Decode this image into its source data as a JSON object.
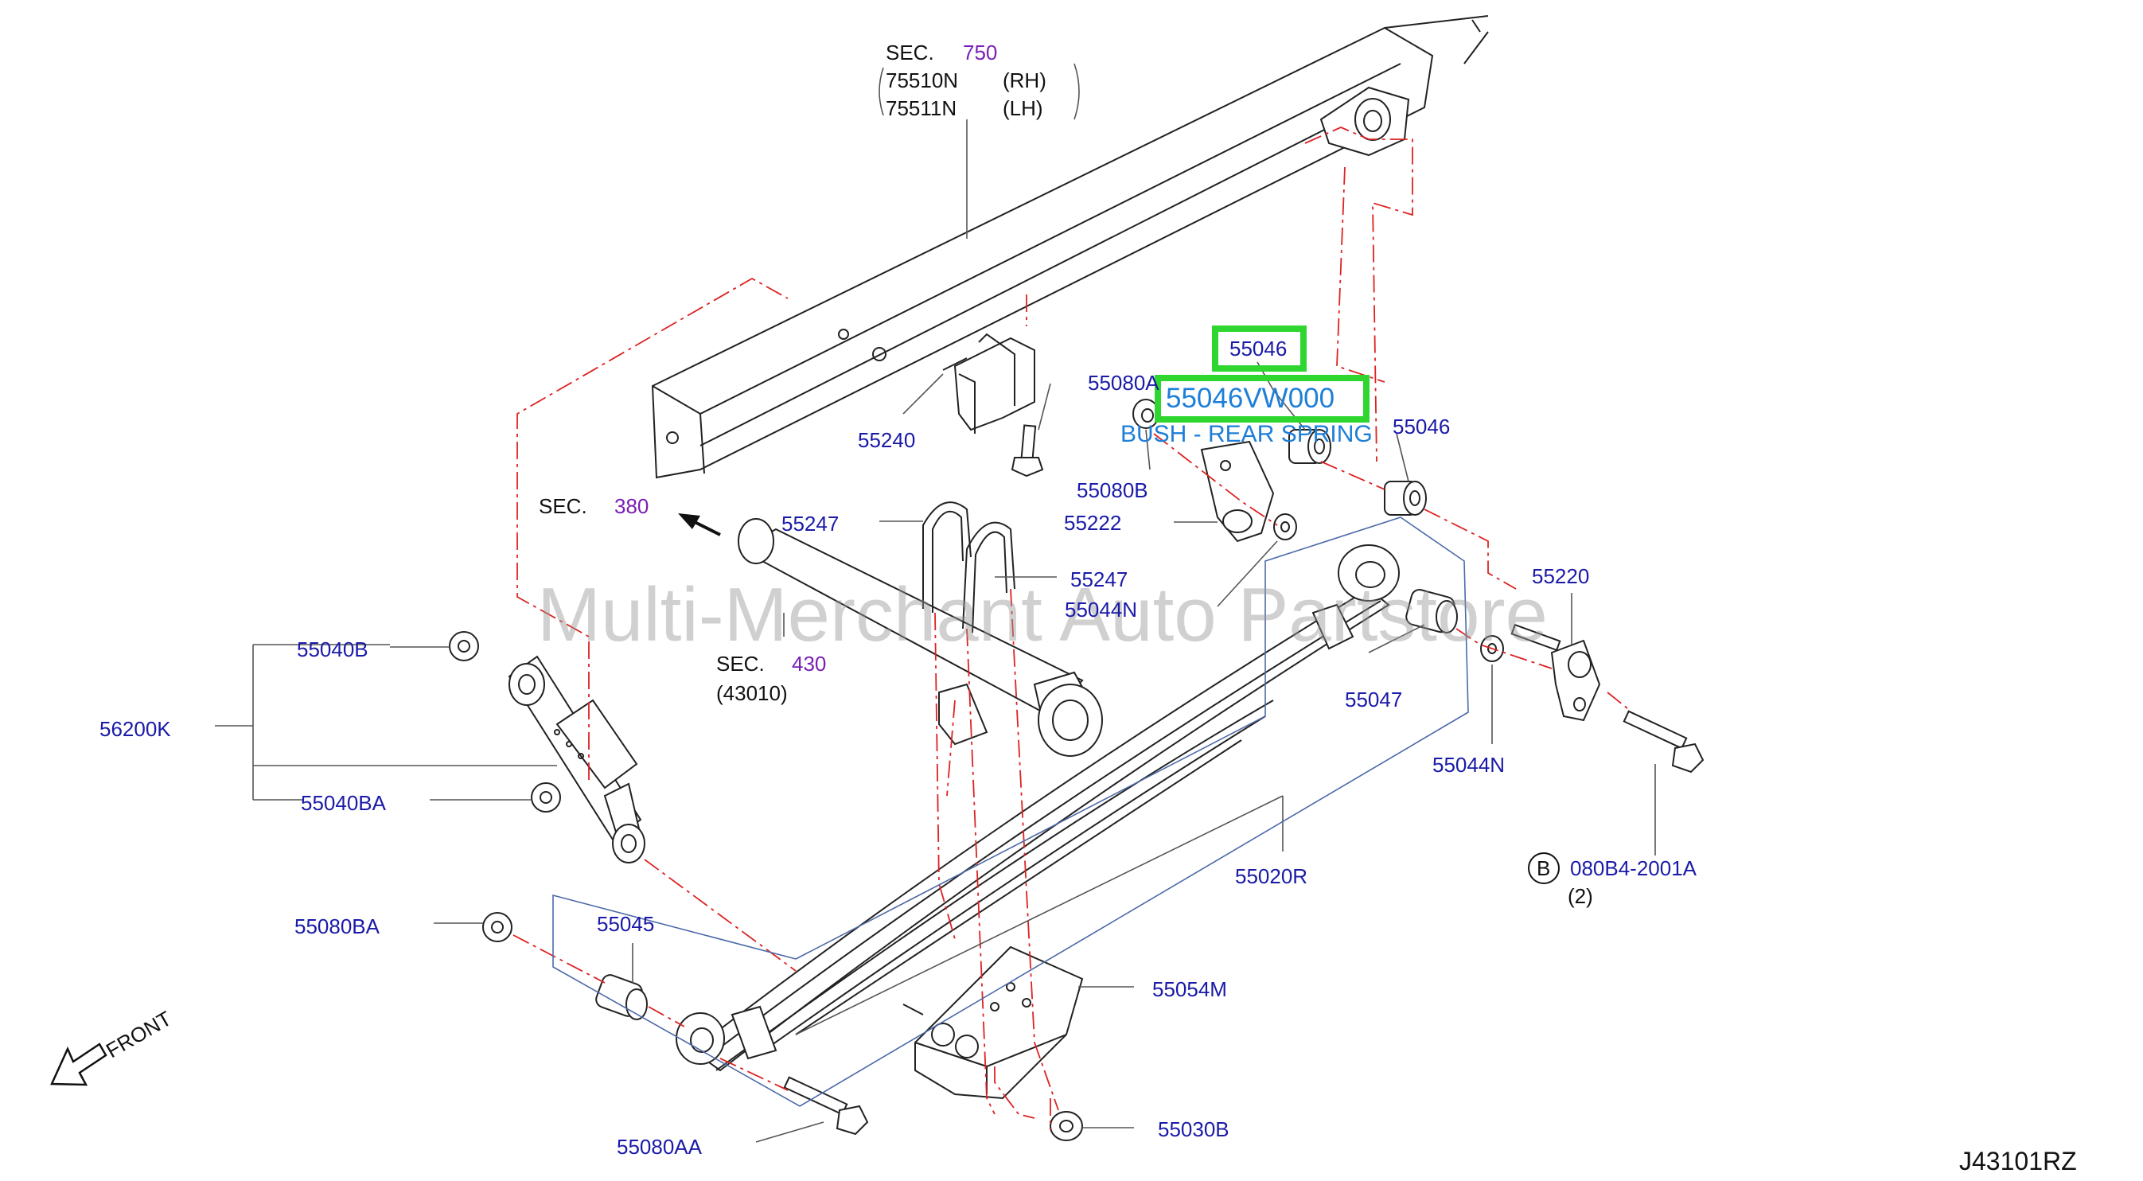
{
  "watermark": "Multi-Merchant Auto Partstore",
  "drawing_code": "J43101RZ",
  "sections": {
    "sec750": {
      "prefix": "SEC.",
      "num": "750",
      "rh": "75510N",
      "rh_side": "(RH)",
      "lh": "75511N",
      "lh_side": "(LH)"
    },
    "sec380": {
      "prefix": "SEC.",
      "num": "380"
    },
    "sec430": {
      "prefix": "SEC.",
      "num": "430",
      "sub": "(43010)"
    }
  },
  "highlight": {
    "callout": "55046",
    "part_number": "55046VW000",
    "description": "BUSH - REAR SPRING"
  },
  "labels": {
    "p55046_right": "55046",
    "p55080A": "55080A",
    "p55240": "55240",
    "p55080B": "55080B",
    "p55222": "55222",
    "p55247a": "55247",
    "p55247b": "55247",
    "p55044N_top": "55044N",
    "p55220": "55220",
    "p55047": "55047",
    "p55044N_right": "55044N",
    "p55040B": "55040B",
    "p56200K": "56200K",
    "p55040BA": "55040BA",
    "p55020R": "55020R",
    "b_letter": "B",
    "p080B4": "080B4-2001A",
    "p080B4_qty": "(2)",
    "p55080BA": "55080BA",
    "p55045": "55045",
    "p55054M": "55054M",
    "p55080AA": "55080AA",
    "p55030B": "55030B",
    "front": "FRONT"
  },
  "colors": {
    "label_blue": "#1a1aa8",
    "section_purple": "#7a1fb5",
    "highlight_green": "#2fd62f",
    "highlight_text": "#1e7fd8",
    "dash_red": "#dd2222"
  }
}
